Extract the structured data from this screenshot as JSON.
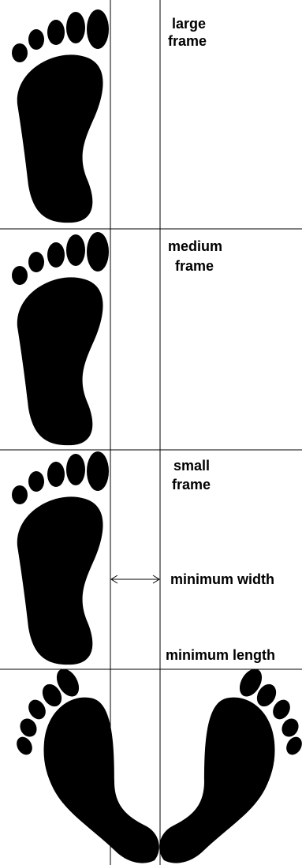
{
  "labels": {
    "large_line1": "large",
    "large_line2": "frame",
    "medium_line1": "medium",
    "medium_line2": "frame",
    "small_line1": "small",
    "small_line2": "frame",
    "minimum_width": "minimum width",
    "minimum_length": "minimum length"
  },
  "colors": {
    "ink": "#000000",
    "background": "#ffffff"
  },
  "icons": [
    "foot-large-icon",
    "foot-medium-icon",
    "foot-small-icon",
    "foot-pair-left-icon",
    "foot-pair-right-icon",
    "double-arrow-icon"
  ]
}
